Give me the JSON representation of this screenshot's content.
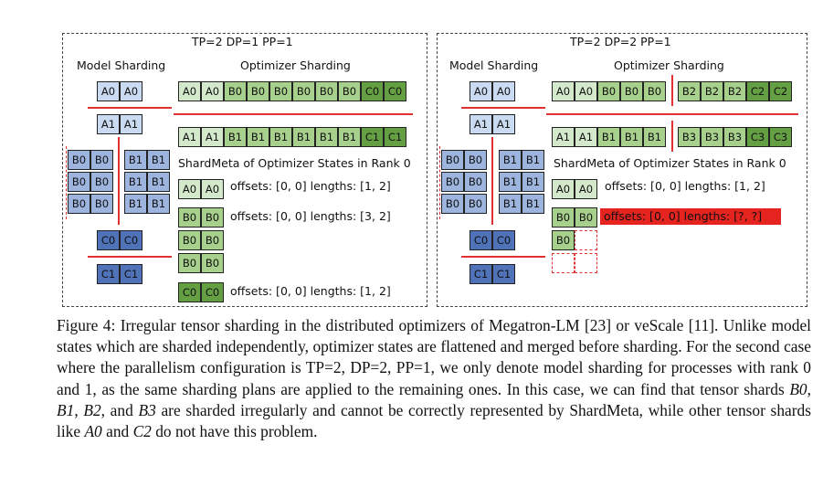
{
  "left": {
    "title": "TP=2 DP=1 PP=1",
    "model_label": "Model Sharding",
    "optimizer_label": "Optimizer Sharding",
    "shardmeta_label": "ShardMeta of Optimizer States in Rank 0",
    "row0": [
      "A0",
      "A0",
      "B0",
      "B0",
      "B0",
      "B0",
      "B0",
      "B0",
      "C0",
      "C0"
    ],
    "row1": [
      "A1",
      "A1",
      "B1",
      "B1",
      "B1",
      "B1",
      "B1",
      "B1",
      "C1",
      "C1"
    ],
    "meta_a": "offsets: [0, 0] lengths: [1, 2]",
    "meta_b": "offsets: [0, 0] lengths: [3, 2]",
    "meta_c": "offsets: [0, 0] lengths: [1, 2]"
  },
  "right": {
    "title": "TP=2 DP=2 PP=1",
    "model_label": "Model Sharding",
    "optimizer_label": "Optimizer Sharding",
    "shardmeta_label": "ShardMeta of Optimizer States in Rank 0",
    "row0_left": [
      "A0",
      "A0",
      "B0",
      "B0",
      "B0"
    ],
    "row0_right": [
      "B2",
      "B2",
      "B2",
      "C2",
      "C2"
    ],
    "row1_left": [
      "A1",
      "A1",
      "B1",
      "B1",
      "B1"
    ],
    "row1_right": [
      "B3",
      "B3",
      "B3",
      "C3",
      "C3"
    ],
    "meta_a": "offsets: [0, 0] lengths: [1, 2]",
    "meta_b_error": "offsets: [0, 0] lengths: [?, ?]"
  },
  "cells": {
    "A0": "A0",
    "A1": "A1",
    "B0": "B0",
    "B1": "B1",
    "C0": "C0",
    "C1": "C1"
  },
  "caption": {
    "p1": "Figure 4: Irregular tensor sharding in the distributed optimizers of Megatron-LM [23] or veScale [11]. Unlike model states which are sharded independently, optimizer states are flattened and merged before sharding. For the second case where the parallelism configuration is TP=2, DP=2, PP=1, we only denote model sharding for processes with rank 0 and 1, as the same sharding plans are applied to the remaining ones. In this case, we can find that tensor shards ",
    "v1": "B0",
    "s1": ", ",
    "v2": "B1",
    "s2": ", ",
    "v3": "B2",
    "s3": ", and ",
    "v4": "B3",
    "p2": " are sharded irregularly and cannot be correctly represented by ShardMeta, while other tensor shards like ",
    "v5": "A0",
    "s5": " and ",
    "v6": "C2",
    "p3": " do not have this problem."
  },
  "colors": {
    "model_a": "#c9daf1",
    "model_b": "#9db5de",
    "model_c": "#4f72b8",
    "opt_a": "#d4e9cb",
    "opt_b": "#a7d08c",
    "opt_c": "#64a043",
    "divider": "#e03030",
    "error": "#e5231f"
  }
}
